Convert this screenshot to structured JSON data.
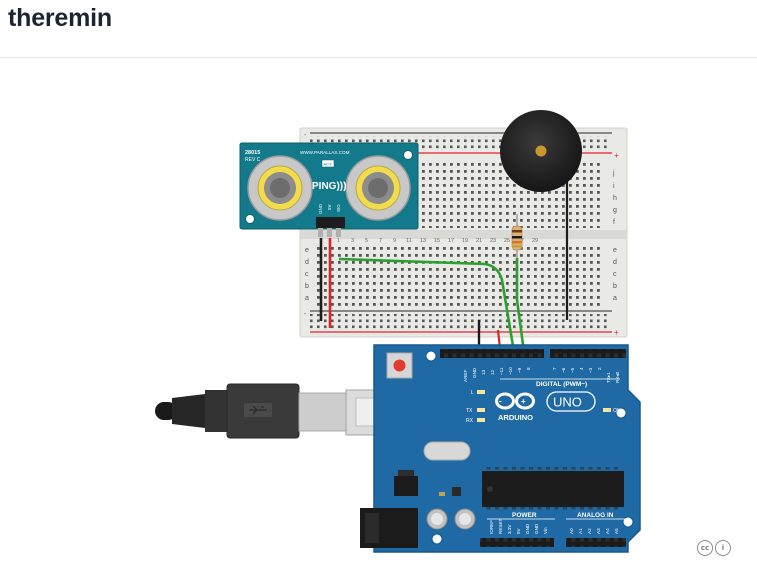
{
  "page": {
    "title": "theremin"
  },
  "sensor": {
    "model": "28015",
    "revision": "REV C",
    "website": "WWW.PARALLAX.COM",
    "name": "PING)))",
    "act_label": "ACT",
    "pins": [
      "GND",
      "5V",
      "SIG"
    ]
  },
  "breadboard": {
    "row_letters_top": [
      "j",
      "i",
      "h",
      "g",
      "f"
    ],
    "row_letters_bottom": [
      "e",
      "d",
      "c",
      "b",
      "a"
    ],
    "column_numbers": [
      "1",
      "3",
      "5",
      "7",
      "9",
      "11",
      "13",
      "15",
      "17",
      "19",
      "21",
      "23",
      "25",
      "27",
      "29"
    ]
  },
  "arduino": {
    "brand": "ARDUINO",
    "model": "UNO",
    "digital_label": "DIGITAL (PWM~)",
    "power_label": "POWER",
    "analog_label": "ANALOG IN",
    "on_label": "ON",
    "l_label": "L",
    "tx_label": "TX",
    "rx_label": "RX",
    "top_pins": [
      "AREF",
      "GND",
      "13",
      "12",
      "~11",
      "~10",
      "~9",
      "8",
      "7",
      "~6",
      "~5",
      "4",
      "~3",
      "2",
      "TX▸1",
      "RX◂0"
    ],
    "power_pins": [
      "IOREF",
      "RESET",
      "3.3V",
      "5V",
      "GND",
      "GND",
      "Vin"
    ],
    "analog_pins": [
      "A0",
      "A1",
      "A2",
      "A3",
      "A4",
      "A5"
    ]
  },
  "license": {
    "cc": "cc",
    "by": "i"
  },
  "colors": {
    "board_blue": "#1f6aa5",
    "sensor_teal": "#137a8c",
    "wire_green": "#2aa12e",
    "wire_red": "#e3212b",
    "wire_black": "#1c1c1c",
    "title": "#1c2433"
  }
}
